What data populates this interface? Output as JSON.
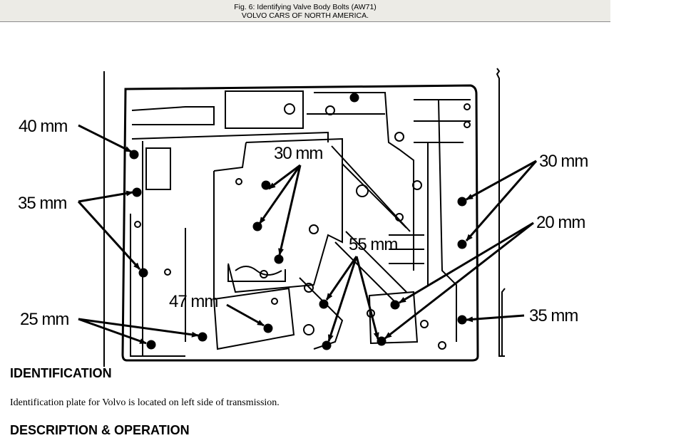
{
  "figure": {
    "caption_line1": "Fig. 6: Identifying Valve Body Bolts (AW71)",
    "caption_line2": "VOLVO CARS OF NORTH AMERICA.",
    "labels": {
      "l40": "40 mm",
      "l35a": "35 mm",
      "l25": "25 mm",
      "l30a": "30 mm",
      "l47": "47 mm",
      "l55": "55 mm",
      "l30b": "30 mm",
      "l20": "20 mm",
      "l35b": "35 mm"
    }
  },
  "sections": {
    "identification_heading": "IDENTIFICATION",
    "identification_text": "Identification plate for Volvo is located on left side of transmission.",
    "description_heading": "DESCRIPTION & OPERATION"
  }
}
